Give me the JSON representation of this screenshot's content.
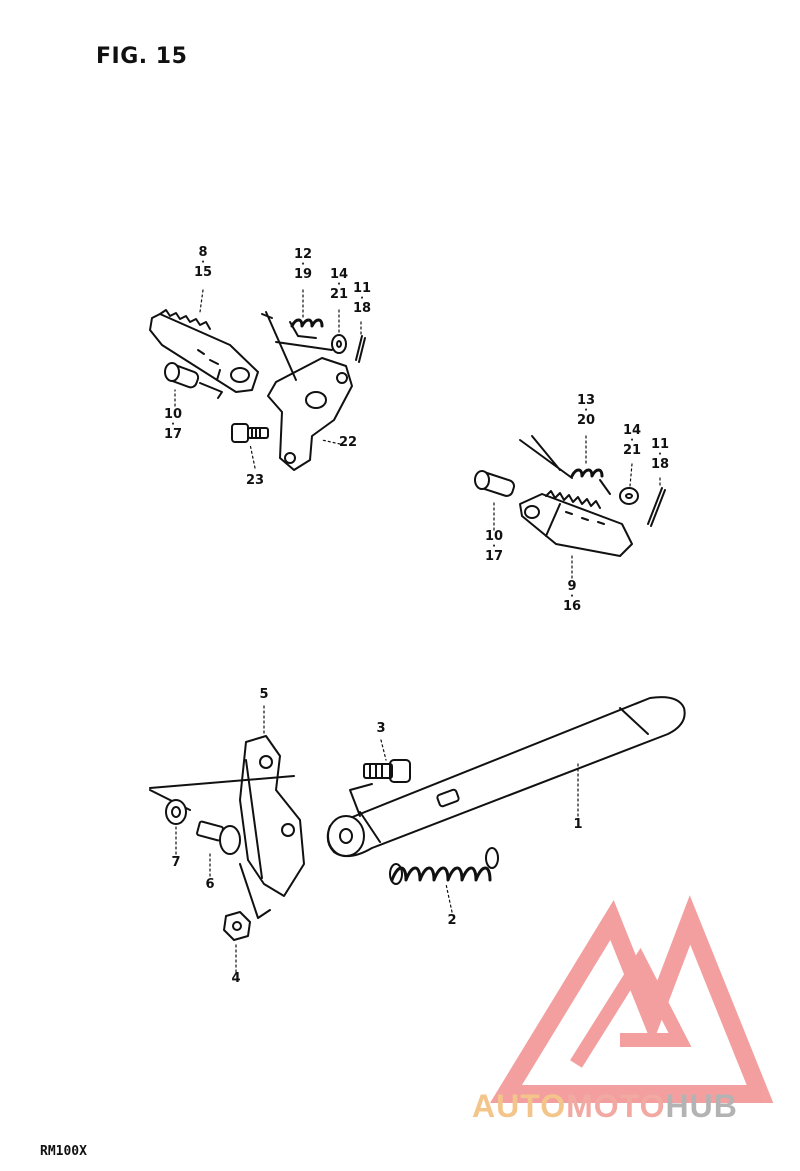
{
  "figure": {
    "title": "FIG. 15",
    "model": "RM100X"
  },
  "watermark": {
    "part1": "AUTO",
    "part2": "MOTO",
    "part3": "HUB",
    "icon": "triangle-m-logo-icon"
  },
  "colors": {
    "ink": "#111111",
    "watermark_red": "#f08080",
    "watermark_orange": "#f4c58a",
    "watermark_gray": "#b3b3b3"
  },
  "callouts": {
    "left_footrest": {
      "top": "8",
      "bottom": "15"
    },
    "left_spring": {
      "top": "12",
      "bottom": "19"
    },
    "left_washer": {
      "top": "14",
      "bottom": "21"
    },
    "left_cotter": {
      "top": "11",
      "bottom": "18"
    },
    "left_pin": {
      "top": "10",
      "bottom": "17"
    },
    "left_bracket": {
      "top": "22"
    },
    "left_bolt": {
      "top": "23"
    },
    "right_spring": {
      "top": "13",
      "bottom": "20"
    },
    "right_washer": {
      "top": "14",
      "bottom": "21"
    },
    "right_cotter": {
      "top": "11",
      "bottom": "18"
    },
    "right_pin": {
      "top": "10",
      "bottom": "17"
    },
    "right_footrest": {
      "top": "9",
      "bottom": "16"
    },
    "stand_bracket": {
      "top": "5"
    },
    "stand_bolt": {
      "top": "3"
    },
    "side_stand": {
      "top": "1"
    },
    "stand_spring": {
      "top": "2"
    },
    "washer": {
      "top": "7"
    },
    "bracket_bolt": {
      "top": "6"
    },
    "nut": {
      "top": "4"
    }
  }
}
